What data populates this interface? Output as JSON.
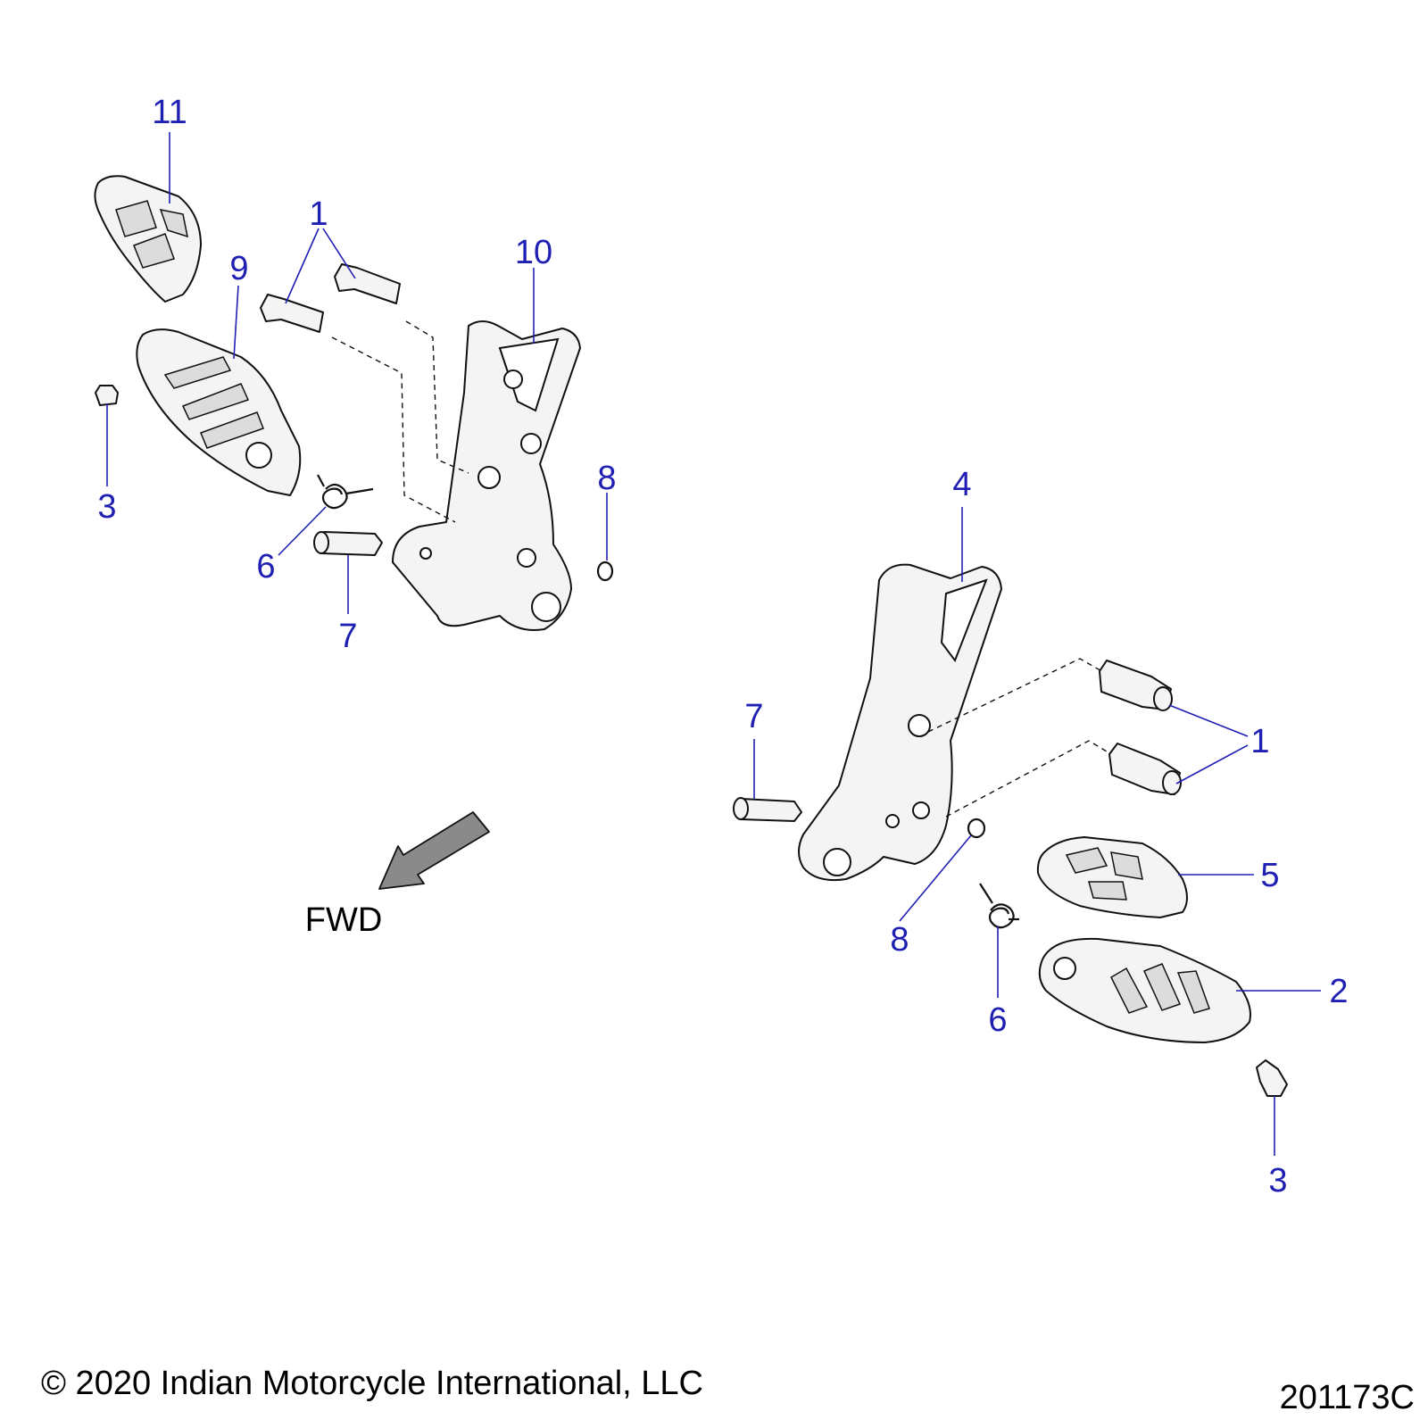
{
  "diagram": {
    "direction_label": "FWD",
    "copyright": "© 2020 Indian Motorcycle International, LLC",
    "drawing_number": "201173C",
    "left_assembly": {
      "callouts": [
        "11",
        "1",
        "10",
        "9",
        "3",
        "8",
        "6",
        "7"
      ]
    },
    "right_assembly": {
      "callouts": [
        "4",
        "7",
        "1",
        "5",
        "8",
        "2",
        "6",
        "3"
      ]
    },
    "colors": {
      "callout": "#1f1fb4",
      "line": "#111111",
      "arrow": "#8a8a8a"
    }
  }
}
